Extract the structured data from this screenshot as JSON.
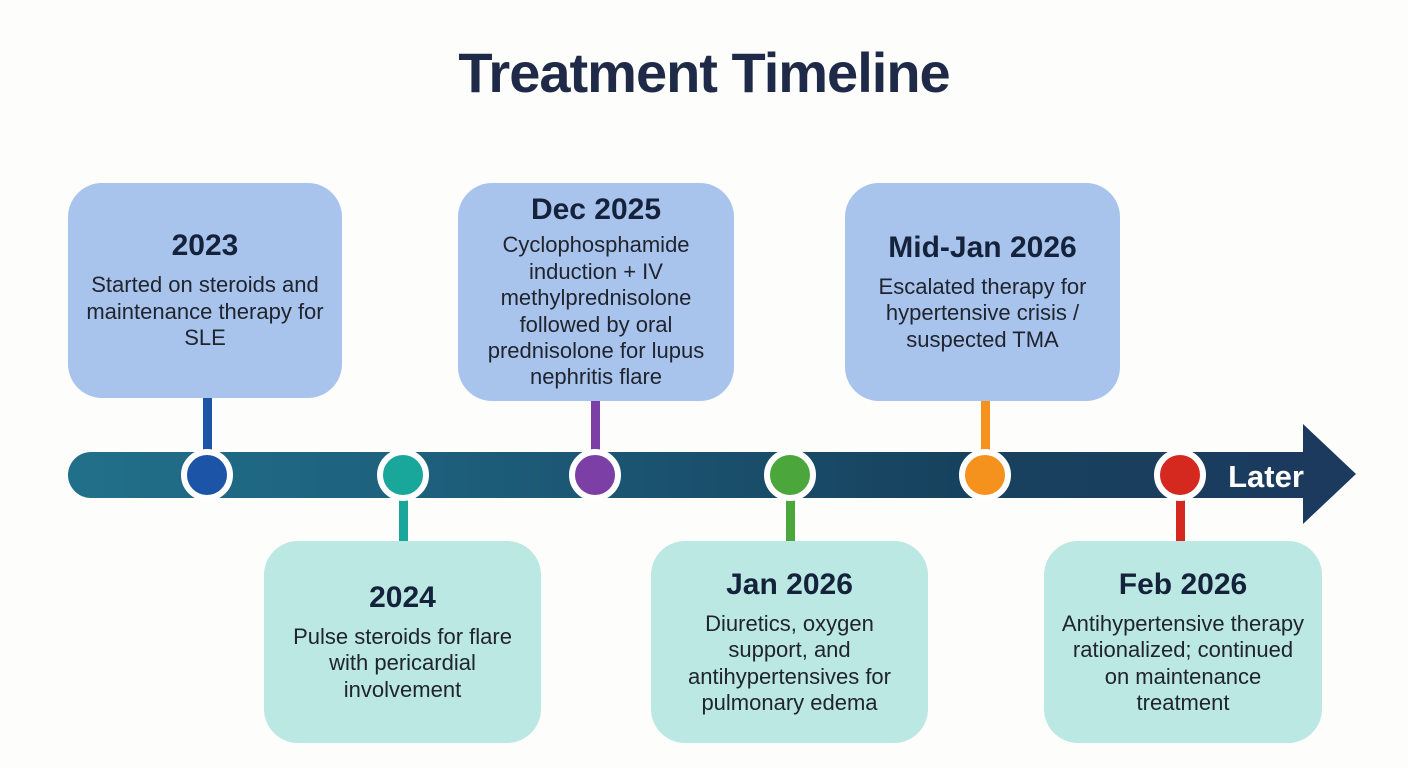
{
  "title": "Treatment Timeline",
  "timeline": {
    "later_label": "Later",
    "bar_colors": {
      "start": "#217089",
      "end": "#1b3a5e"
    },
    "arrow_color": "#1b3a5e",
    "box_colors": {
      "above": "#a9c4ec",
      "below": "#bce8e3"
    },
    "events": [
      {
        "date": "2023",
        "position": "above",
        "description": "Started on steroids and maintenance therapy for SLE",
        "node_color": "#1c55a8",
        "box_color": "#a9c4ec"
      },
      {
        "date": "2024",
        "position": "below",
        "description": "Pulse steroids for flare with pericardial involvement",
        "node_color": "#19a79c",
        "box_color": "#bce8e3"
      },
      {
        "date": "Dec 2025",
        "position": "above",
        "description": "Cyclophosphamide induction + IV methylprednisolone followed by oral prednisolone for lupus nephritis flare",
        "node_color": "#7b3fa5",
        "box_color": "#a9c4ec"
      },
      {
        "date": "Jan 2026",
        "position": "below",
        "description": "Diuretics, oxygen support, and antihypertensives for pulmonary edema",
        "node_color": "#4ba63c",
        "box_color": "#bce8e3"
      },
      {
        "date": "Mid-Jan 2026",
        "position": "above",
        "description": "Escalated therapy for hypertensive crisis / suspected TMA",
        "node_color": "#f5921d",
        "box_color": "#a9c4ec"
      },
      {
        "date": "Feb 2026",
        "position": "below",
        "description": "Antihypertensive therapy rationalized; continued on maintenance treatment",
        "node_color": "#d5291f",
        "box_color": "#bce8e3"
      }
    ]
  }
}
